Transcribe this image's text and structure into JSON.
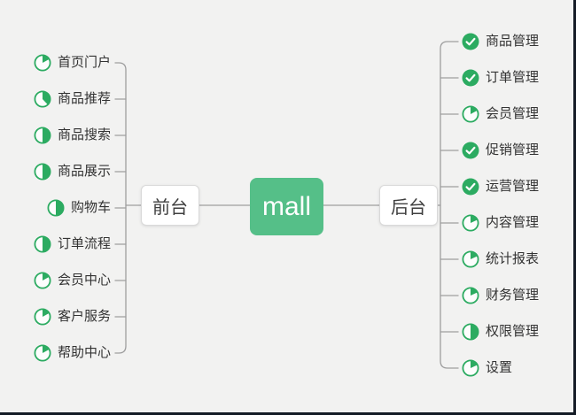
{
  "title": "mall mind map",
  "colors": {
    "background": "#f2f2f1",
    "edge_border": "#141b26",
    "icon_green": "#2cab61",
    "root_green": "#55bf88",
    "connector_gray": "#9e9e9e",
    "text": "#333333"
  },
  "center": {
    "label": "mall"
  },
  "branches": {
    "left": {
      "label": "前台",
      "items": [
        {
          "label": "首页门户",
          "icon": "progress-pie",
          "progress": 0.17
        },
        {
          "label": "商品推荐",
          "icon": "progress-pie",
          "progress": 0.38
        },
        {
          "label": "商品搜索",
          "icon": "progress-pie",
          "progress": 0.5
        },
        {
          "label": "商品展示",
          "icon": "progress-pie",
          "progress": 0.5
        },
        {
          "label": "购物车",
          "icon": "progress-pie",
          "progress": 0.5
        },
        {
          "label": "订单流程",
          "icon": "progress-pie",
          "progress": 0.5
        },
        {
          "label": "会员中心",
          "icon": "progress-pie",
          "progress": 0.17
        },
        {
          "label": "客户服务",
          "icon": "progress-pie",
          "progress": 0.17
        },
        {
          "label": "帮助中心",
          "icon": "progress-pie",
          "progress": 0.17
        }
      ]
    },
    "right": {
      "label": "后台",
      "items": [
        {
          "label": "商品管理",
          "icon": "check-circle"
        },
        {
          "label": "订单管理",
          "icon": "check-circle"
        },
        {
          "label": "会员管理",
          "icon": "progress-pie",
          "progress": 0.17
        },
        {
          "label": "促销管理",
          "icon": "check-circle"
        },
        {
          "label": "运营管理",
          "icon": "check-circle"
        },
        {
          "label": "内容管理",
          "icon": "progress-pie",
          "progress": 0.18
        },
        {
          "label": "统计报表",
          "icon": "progress-pie",
          "progress": 0.18
        },
        {
          "label": "财务管理",
          "icon": "progress-pie",
          "progress": 0.18
        },
        {
          "label": "权限管理",
          "icon": "progress-pie",
          "progress": 0.5
        },
        {
          "label": "设置",
          "icon": "progress-pie",
          "progress": 0.18
        }
      ]
    }
  }
}
